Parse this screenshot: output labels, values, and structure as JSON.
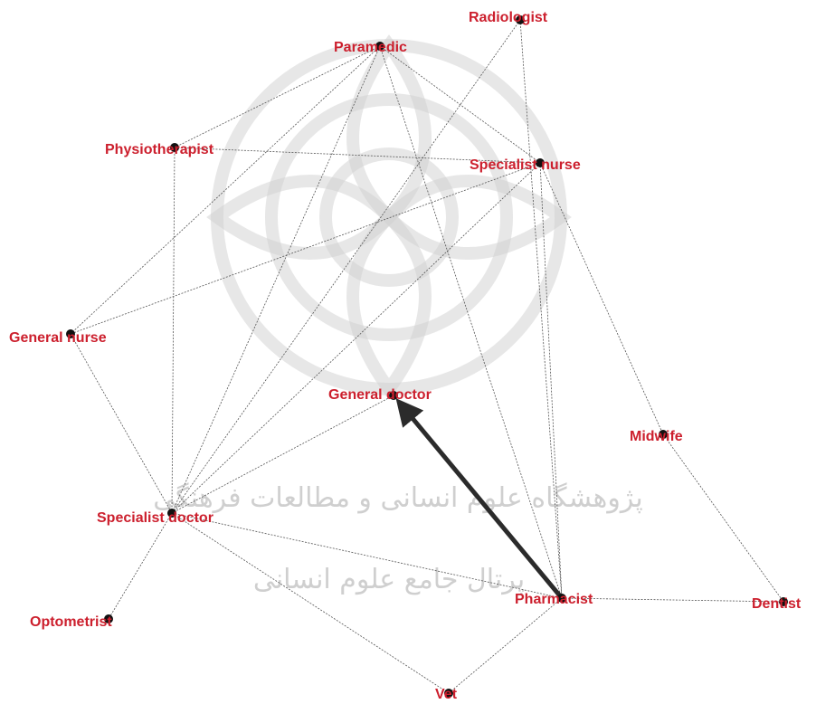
{
  "colors": {
    "label": "#cc1f2d",
    "node": "#111111",
    "edge": "#555555",
    "arrow": "#2b2b2b"
  },
  "nodes": [
    {
      "id": "radiologist",
      "label": "Radiologist"
    },
    {
      "id": "paramedic",
      "label": "Paramedic"
    },
    {
      "id": "physiotherapist",
      "label": "Physiotherapist"
    },
    {
      "id": "specialist-nurse",
      "label": "Specialist nurse"
    },
    {
      "id": "general-nurse",
      "label": "General nurse"
    },
    {
      "id": "general-doctor",
      "label": "General doctor"
    },
    {
      "id": "midwife",
      "label": "Midwife"
    },
    {
      "id": "specialist-doctor",
      "label": "Specialist doctor"
    },
    {
      "id": "pharmacist",
      "label": "Pharmacist"
    },
    {
      "id": "dentist",
      "label": "Dentist"
    },
    {
      "id": "optometrist",
      "label": "Optometrist"
    },
    {
      "id": "vet",
      "label": "Vet"
    }
  ],
  "edges": [
    [
      "paramedic",
      "physiotherapist"
    ],
    [
      "paramedic",
      "general-nurse"
    ],
    [
      "paramedic",
      "specialist-doctor"
    ],
    [
      "paramedic",
      "specialist-nurse"
    ],
    [
      "paramedic",
      "pharmacist"
    ],
    [
      "radiologist",
      "specialist-doctor"
    ],
    [
      "radiologist",
      "pharmacist"
    ],
    [
      "physiotherapist",
      "specialist-nurse"
    ],
    [
      "physiotherapist",
      "specialist-doctor"
    ],
    [
      "specialist-nurse",
      "general-nurse"
    ],
    [
      "specialist-nurse",
      "specialist-doctor"
    ],
    [
      "specialist-nurse",
      "pharmacist"
    ],
    [
      "specialist-nurse",
      "midwife"
    ],
    [
      "general-nurse",
      "specialist-doctor"
    ],
    [
      "general-doctor",
      "specialist-doctor"
    ],
    [
      "specialist-doctor",
      "pharmacist"
    ],
    [
      "specialist-doctor",
      "optometrist"
    ],
    [
      "specialist-doctor",
      "vet"
    ],
    [
      "pharmacist",
      "dentist"
    ],
    [
      "pharmacist",
      "vet"
    ],
    [
      "midwife",
      "dentist"
    ]
  ],
  "arrow": {
    "from": "pharmacist",
    "to": "general-doctor"
  },
  "watermark": {
    "line1": "پژوهشگاه علوم انسانی و مطالعات فرهنگی",
    "line2": "پرتال جامع علوم انسانی"
  }
}
